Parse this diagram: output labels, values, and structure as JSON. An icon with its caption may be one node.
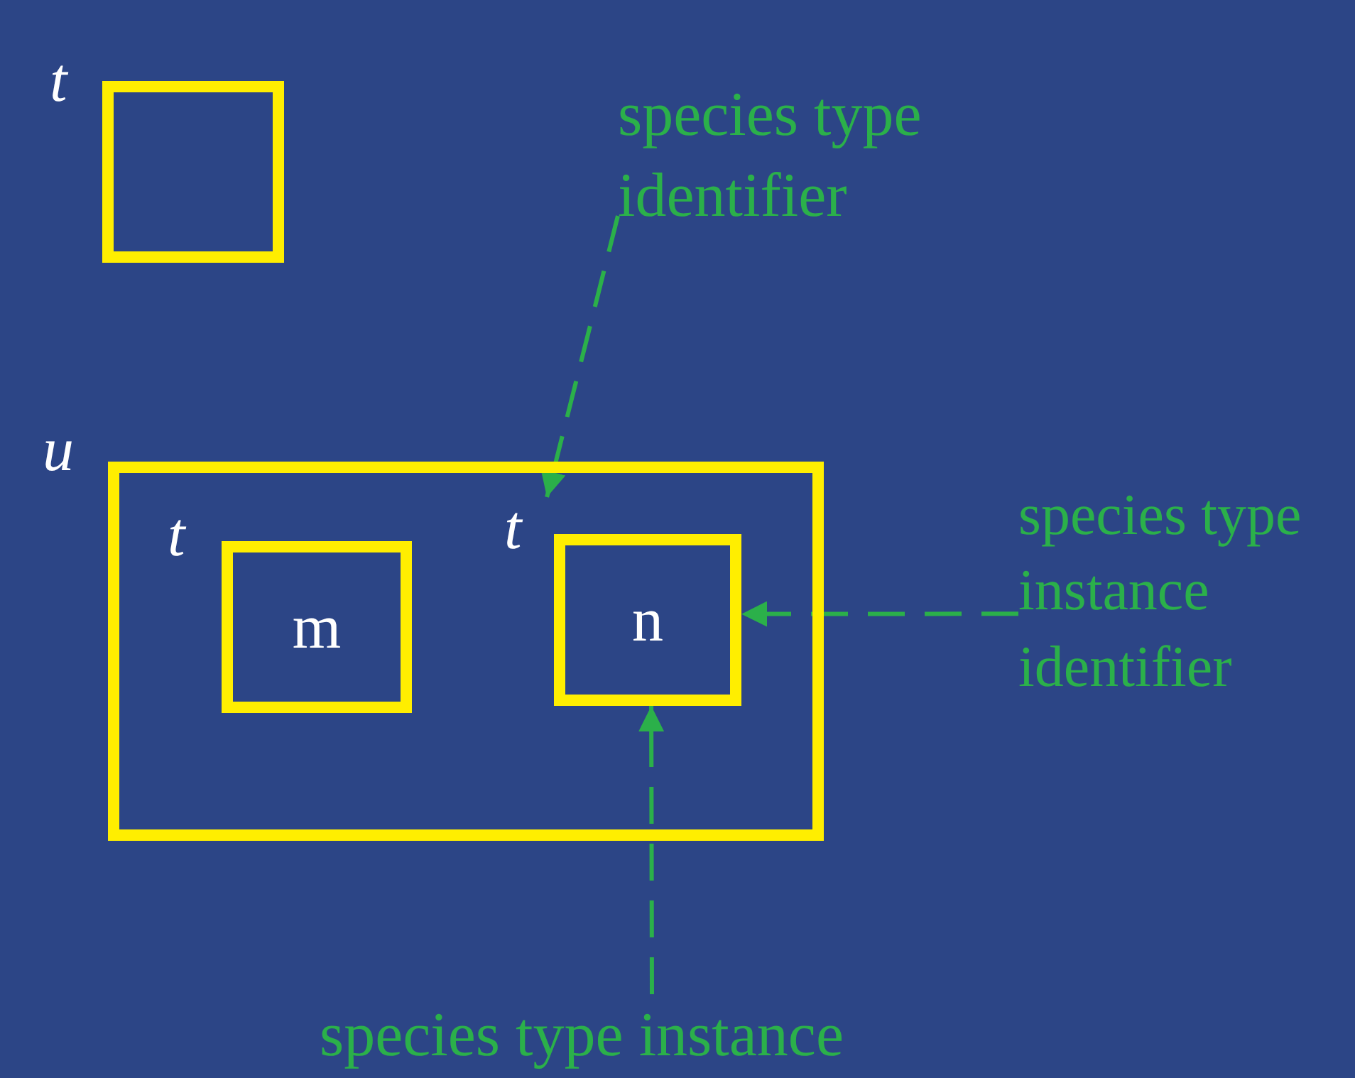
{
  "diagram": {
    "nodes": [
      {
        "text": [
          "t"
        ]
      },
      {
        "text": [
          "u"
        ]
      },
      {
        "text": [
          "t",
          "m"
        ],
        "in": 1
      },
      {
        "text": [
          "t",
          "n"
        ],
        "in": 1
      },
      {
        "text": [
          "species type identifier"
        ]
      },
      {
        "text": [
          "species type instance identifier"
        ]
      },
      {
        "text": [
          "species type instance"
        ]
      }
    ],
    "edges": [
      {
        "from": 4,
        "to": 3,
        "arrow": "to",
        "style": "dashed",
        "color": "#2bb04a"
      },
      {
        "from": 5,
        "to": 3,
        "arrow": "to",
        "style": "dashed",
        "color": "#2bb04a"
      },
      {
        "from": 6,
        "to": 3,
        "arrow": "to",
        "style": "dashed",
        "color": "#2bb04a"
      }
    ]
  }
}
